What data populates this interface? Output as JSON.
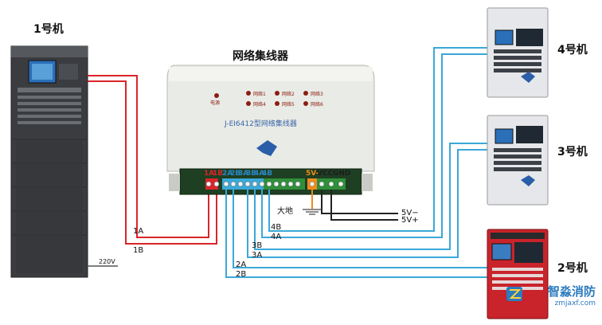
{
  "units": {
    "unit1": "1号机",
    "unit2": "2号机",
    "unit3": "3号机",
    "unit4": "4号机"
  },
  "concentrator": {
    "title": "网络集线器",
    "model_label": "J-EI6412型网络集线器",
    "terminals": [
      "1A",
      "1B",
      "2A",
      "2B",
      "3A",
      "3B",
      "4A",
      "4B",
      "5V-",
      "VCC",
      "GND"
    ],
    "led_labels": [
      "电源",
      "网络1",
      "网络2",
      "网络3",
      "网络4",
      "网络5",
      "网络6"
    ]
  },
  "wires": {
    "w1a": "1A",
    "w1b": "1B",
    "w2a": "2A",
    "w2b": "2B",
    "w3a": "3A",
    "w3b": "3B",
    "w4a": "4A",
    "w4b": "4B",
    "ground": "大地",
    "v5minus": "5V−",
    "v5plus": "5V+",
    "power": "220V"
  },
  "watermark": {
    "brand": "智淼消防",
    "url": "zmjaxf.com"
  },
  "colors": {
    "red_wire": "#d9252a",
    "blue_wire": "#3aa8d8",
    "black_wire": "#222222",
    "orange_terminal": "#f08a1c"
  }
}
